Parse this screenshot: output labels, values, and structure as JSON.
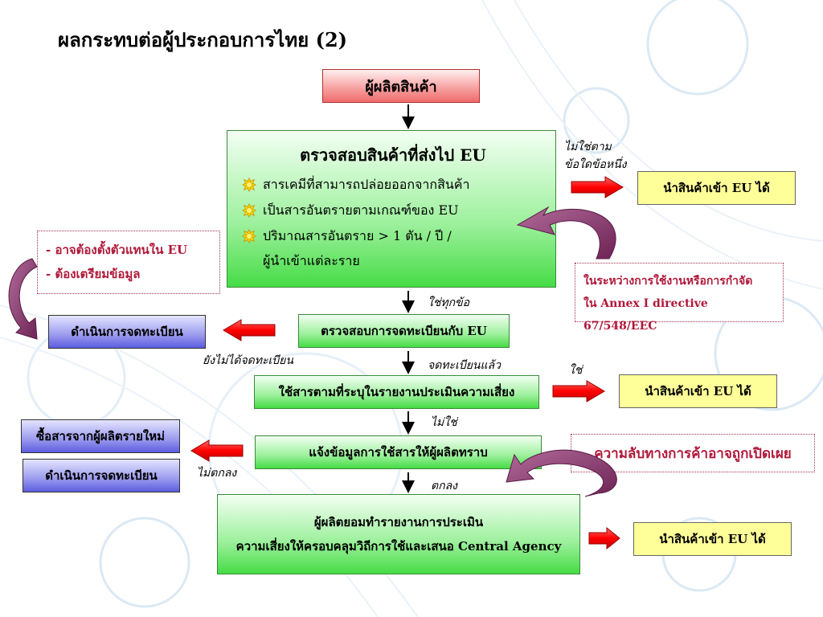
{
  "title": "ผลกระทบต่อผู้ประกอบการไทย (2)",
  "producer": "ผู้ผลิตสินค้า",
  "check_box": {
    "heading": "ตรวจสอบสินค้าที่ส่งไป EU",
    "bullets": [
      "สารเคมีที่สามารถปล่อยออกจากสินค้า",
      "เป็นสารอันตรายตามเกณฑ์ของ EU",
      "ปริมาณสารอันตราย > 1 ตัน / ปี /"
    ],
    "bullet_cont": "ผู้นำเข้าแต่ละราย"
  },
  "label_not_meet": [
    "ไม่ใช่ตาม",
    "ข้อใดข้อหนึ่ง"
  ],
  "can_import": "นำสินค้าเข้า EU ได้",
  "annex_note": [
    "ในระหว่างการใช้งานหรือการกำจัด",
    "ใน Annex I directive 67/548/EEC"
  ],
  "rep_note": [
    "-  อาจต้องตั้งตัวแทนใน EU",
    "-  ต้องเตรียมข้อมูล"
  ],
  "label_yes_all": "ใช่ทุกข้อ",
  "register_check": "ตรวจสอบการจดทะเบียนกับ EU",
  "do_register": "ดำเนินการจดทะเบียน",
  "label_not_registered": "ยังไม่ได้จดทะเบียน",
  "label_registered": "จดทะเบียนแล้ว",
  "use_per_report": "ใช้สารตามที่ระบุในรายงานประเมินความเสี่ยง",
  "label_yes": "ใช่",
  "label_no": "ไม่ใช่",
  "inform_producer": "แจ้งข้อมูลการใช้สารให้ผู้ผลิตทราบ",
  "buy_new": "ซื้อสารจากผู้ผลิตรายใหม่",
  "label_disagree": "ไม่ตกลง",
  "secret_note": "ความลับทางการค้าอาจถูกเปิดเผย",
  "label_agree": "ตกลง",
  "final_box": [
    "ผู้ผลิตยอมทำรายงานการประเมิน",
    "ความเสี่ยงให้ครอบคลุมวิถีการใช้และเสนอ Central Agency"
  ],
  "colors": {
    "arrow_red": "#ff0000",
    "curved_arrow": "#8a3a6e",
    "note_text": "#b0183a"
  }
}
